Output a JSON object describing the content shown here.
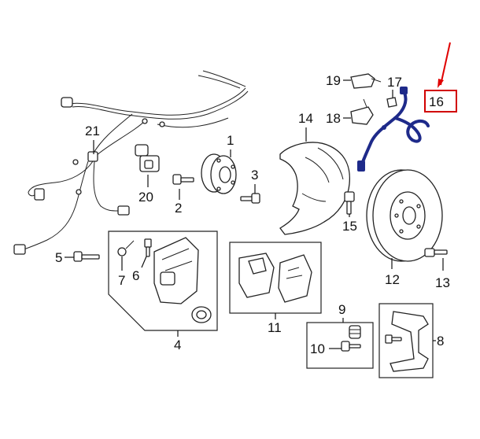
{
  "callouts": {
    "c1": "1",
    "c2": "2",
    "c3": "3",
    "c4": "4",
    "c5": "5",
    "c6": "6",
    "c7": "7",
    "c8": "8",
    "c9": "9",
    "c10": "10",
    "c11": "11",
    "c12": "12",
    "c13": "13",
    "c14": "14",
    "c15": "15",
    "c16": "16",
    "c17": "17",
    "c18": "18",
    "c19": "19",
    "c20": "20",
    "c21": "21"
  },
  "highlight": {
    "part_label": "16",
    "box_color": "#d10000",
    "arrow_color": "#e00000",
    "part_color": "#1e2a8a"
  }
}
